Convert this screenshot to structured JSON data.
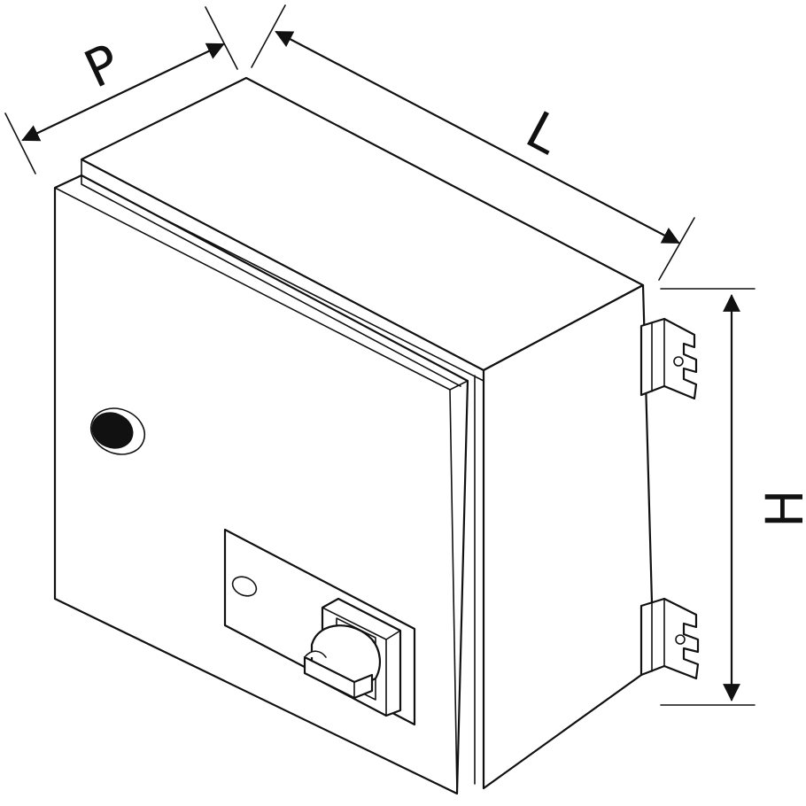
{
  "dimensions": {
    "depth_label": "P",
    "length_label": "L",
    "height_label": "H"
  },
  "colors": {
    "line": "#111111",
    "background": "#ffffff",
    "knob": "#111111"
  },
  "icons": {
    "lock": "keyhole-lock-icon",
    "switch": "rotary-switch-icon",
    "bracket": "wall-mount-bracket-icon"
  }
}
